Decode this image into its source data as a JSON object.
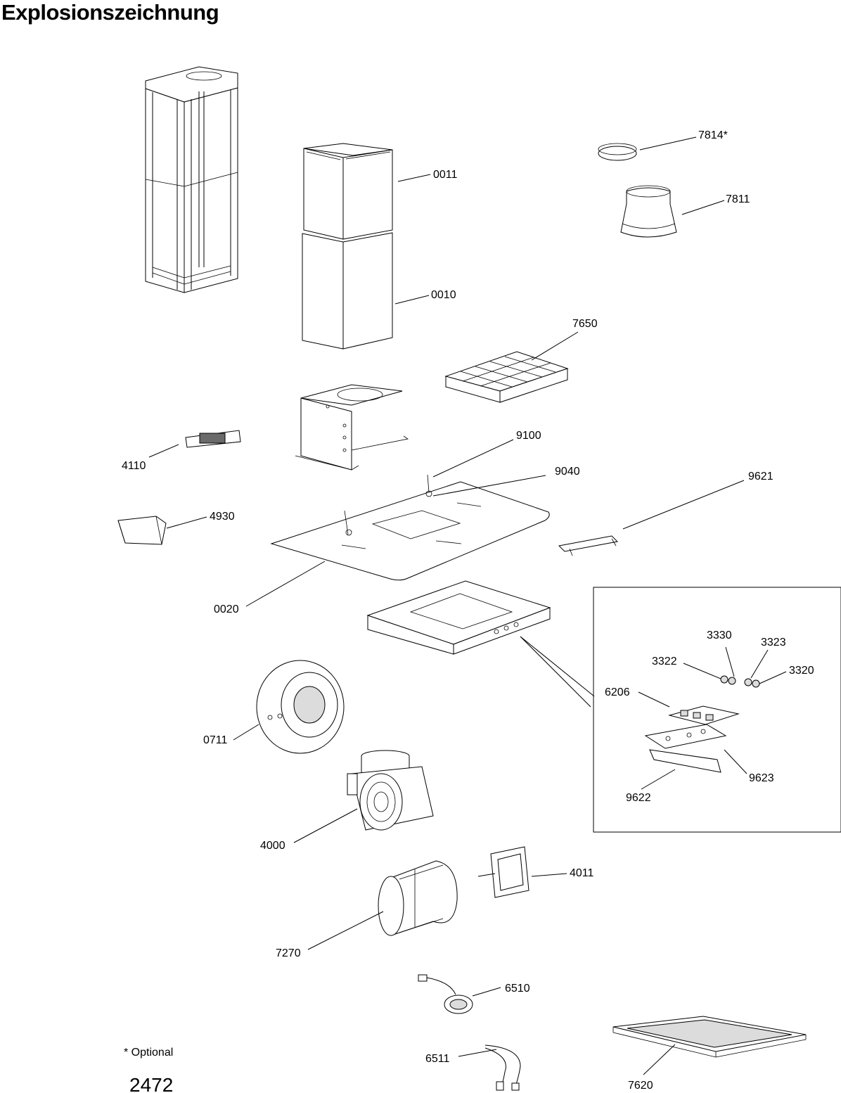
{
  "title": "Explosionszeichnung",
  "footnote": "* Optional",
  "drawing_number": "2472",
  "parts": [
    {
      "id": "p7814",
      "label": "7814*"
    },
    {
      "id": "p0011",
      "label": "0011"
    },
    {
      "id": "p7811",
      "label": "7811"
    },
    {
      "id": "p0010",
      "label": "0010"
    },
    {
      "id": "p7650",
      "label": "7650"
    },
    {
      "id": "p4110",
      "label": "4110"
    },
    {
      "id": "p9100",
      "label": "9100"
    },
    {
      "id": "p9040",
      "label": "9040"
    },
    {
      "id": "p9621",
      "label": "9621"
    },
    {
      "id": "p4930",
      "label": "4930"
    },
    {
      "id": "p0020",
      "label": "0020"
    },
    {
      "id": "p3330",
      "label": "3330"
    },
    {
      "id": "p3323",
      "label": "3323"
    },
    {
      "id": "p3322",
      "label": "3322"
    },
    {
      "id": "p3320",
      "label": "3320"
    },
    {
      "id": "p6206",
      "label": "6206"
    },
    {
      "id": "p0711",
      "label": "0711"
    },
    {
      "id": "p9623",
      "label": "9623"
    },
    {
      "id": "p9622",
      "label": "9622"
    },
    {
      "id": "p4000",
      "label": "4000"
    },
    {
      "id": "p4011",
      "label": "4011"
    },
    {
      "id": "p7270",
      "label": "7270"
    },
    {
      "id": "p6510",
      "label": "6510"
    },
    {
      "id": "p6511",
      "label": "6511"
    },
    {
      "id": "p7620",
      "label": "7620"
    }
  ]
}
